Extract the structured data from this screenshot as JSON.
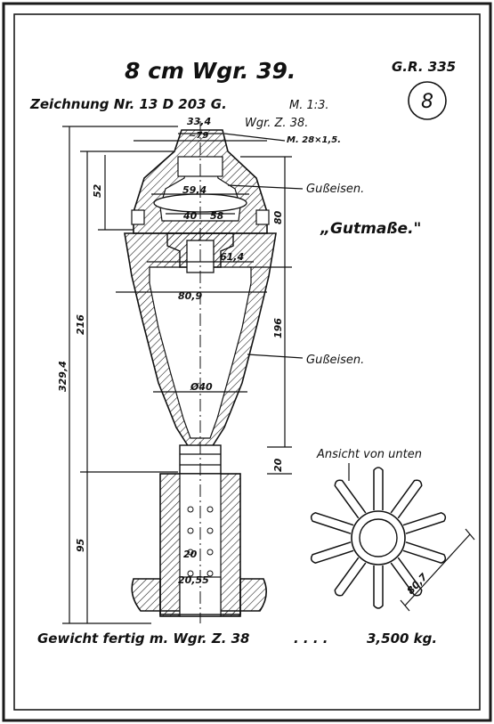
{
  "title": "8 cm Wgr. 39.",
  "code": "G.R. 335",
  "sheet_number": "8",
  "drawing_no": "Zeichnung Nr. 13 D 203 G.",
  "scale": "M. 1:3.",
  "fuze": "Wgr. Z. 38.",
  "thread": "M. 28×1,5.",
  "material_top": "Gußeisen.",
  "material_body": "Gußeisen.",
  "note": "„Gutmaße.\"",
  "bottom_view_title": "Ansicht von unten",
  "weight_label": "Gewicht fertig m. Wgr. Z. 38",
  "weight_dots": ". . . .",
  "weight_value": "3,500 kg.",
  "dims": {
    "d33": "33,4",
    "d79": "~79",
    "d59": "59,4",
    "d40": "40",
    "d58": "58",
    "d614": "61,4",
    "d809": "80,9",
    "d640": "Ø40",
    "d20a": "20",
    "d205": "20,55",
    "h52": "52",
    "h80": "80",
    "h216": "216",
    "h3294": "329,4",
    "h196": "196",
    "h20": "20",
    "h95": "95",
    "w807": "80,7"
  },
  "colors": {
    "ink": "#111111",
    "paper": "#ffffff",
    "frame": "#1a1a1a"
  }
}
